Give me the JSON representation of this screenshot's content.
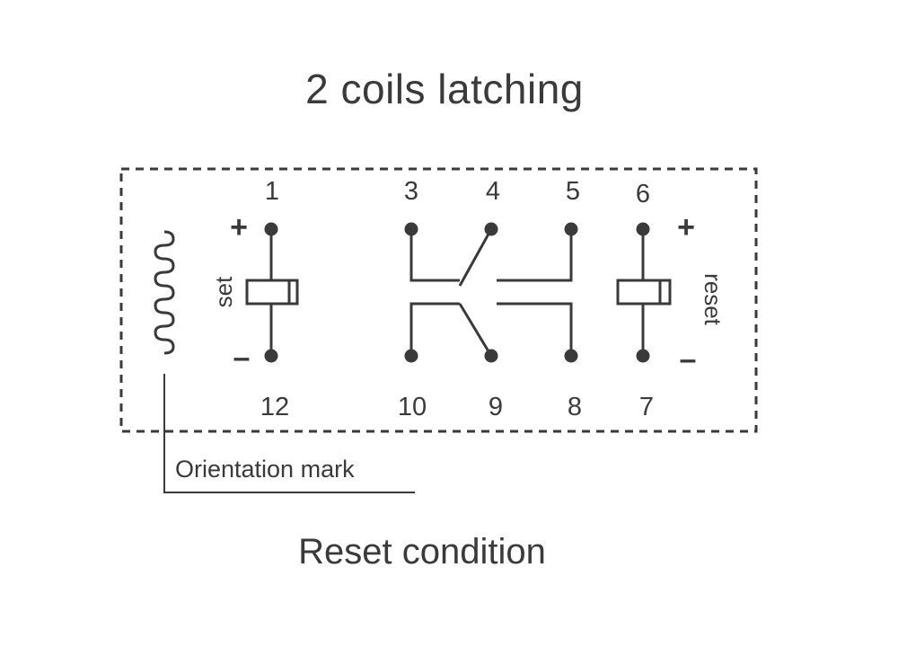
{
  "title": "2 coils latching",
  "footer": "Reset condition",
  "orientation_label": "Orientation mark",
  "coils": {
    "set_label": "set",
    "reset_label": "reset",
    "plus": "+",
    "minus": "–"
  },
  "pins_top": [
    "1",
    "3",
    "4",
    "5",
    "6"
  ],
  "pins_bottom": [
    "12",
    "10",
    "9",
    "8",
    "7"
  ],
  "colors": {
    "line": "#3a3a3a",
    "dashed": "#3a3a3a"
  }
}
